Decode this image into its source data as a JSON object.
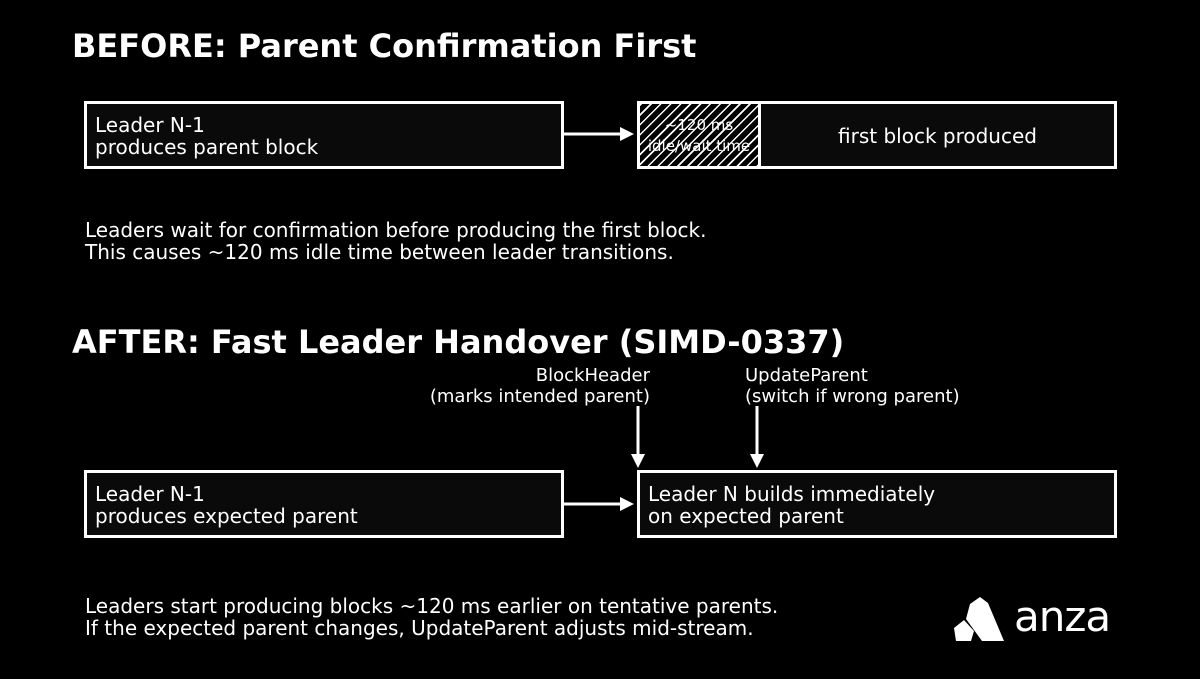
{
  "before": {
    "heading": "BEFORE: Parent Confirmation First",
    "left_box": {
      "line1": "Leader N-1",
      "line2": "produces parent block"
    },
    "wait_segment": {
      "line1": "~120 ms",
      "line2": "idle/wait time"
    },
    "right_box_label": "first block produced",
    "caption": {
      "line1": "Leaders wait for confirmation before producing the first block.",
      "line2": "This causes ~120 ms idle time between leader transitions."
    }
  },
  "after": {
    "heading": "AFTER: Fast Leader Handover (SIMD-0337)",
    "annotation_blockheader": {
      "line1": "BlockHeader",
      "line2": "(marks intended parent)"
    },
    "annotation_updateparent": {
      "line1": "UpdateParent",
      "line2": "(switch if wrong parent)"
    },
    "left_box": {
      "line1": "Leader N-1",
      "line2": "produces expected parent"
    },
    "right_box": {
      "line1": "Leader N builds immediately",
      "line2": "on expected parent"
    },
    "caption": {
      "line1": "Leaders start producing blocks ~120 ms earlier on tentative parents.",
      "line2": "If the expected parent changes, UpdateParent adjusts mid-stream."
    }
  },
  "logo": {
    "wordmark": "anza",
    "icon": "anza-logo-icon"
  }
}
